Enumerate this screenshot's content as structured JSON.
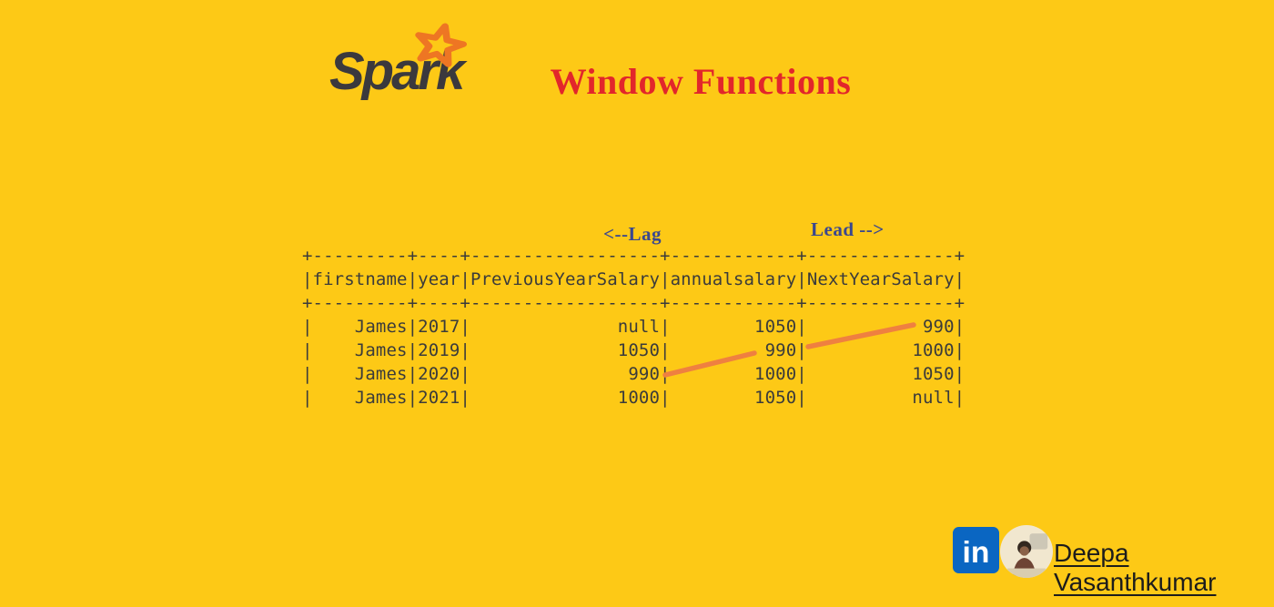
{
  "page": {
    "background": "#FDC916"
  },
  "logo": {
    "text": "Spark",
    "text_color": "#3B393D",
    "star_color": "#EE7623"
  },
  "title": {
    "text": "Window Functions",
    "color": "#E2262B"
  },
  "annotations": {
    "lag": "<--Lag",
    "lead": "Lead -->",
    "color": "#3A478F",
    "arrow_color": "#EF8040"
  },
  "table": {
    "text_color": "#3B3B3B",
    "columns": [
      "firstname",
      "year",
      "PreviousYearSalary",
      "annualsalary",
      "NextYearSalary"
    ],
    "rows": [
      {
        "firstname": "James",
        "year": "2017",
        "PreviousYearSalary": "null",
        "annualsalary": "1050",
        "NextYearSalary": "990"
      },
      {
        "firstname": "James",
        "year": "2019",
        "PreviousYearSalary": "1050",
        "annualsalary": "990",
        "NextYearSalary": "1000"
      },
      {
        "firstname": "James",
        "year": "2020",
        "PreviousYearSalary": "990",
        "annualsalary": "1000",
        "NextYearSalary": "1050"
      },
      {
        "firstname": "James",
        "year": "2021",
        "PreviousYearSalary": "1000",
        "annualsalary": "1050",
        "NextYearSalary": "null"
      }
    ],
    "ascii_lines": [
      "+---------+----+------------------+------------+--------------+",
      "|firstname|year|PreviousYearSalary|annualsalary|NextYearSalary|",
      "+---------+----+------------------+------------+--------------+",
      "|    James|2017|              null|        1050|           990|",
      "|    James|2019|              1050|         990|          1000|",
      "|    James|2020|               990|        1000|          1050|",
      "|    James|2021|              1000|        1050|          null|"
    ]
  },
  "footer": {
    "linkedin_text": "in",
    "linkedin_color": "#0A66C2",
    "author": "Deepa Vasanthkumar",
    "author_color": "#1C1C1C"
  }
}
